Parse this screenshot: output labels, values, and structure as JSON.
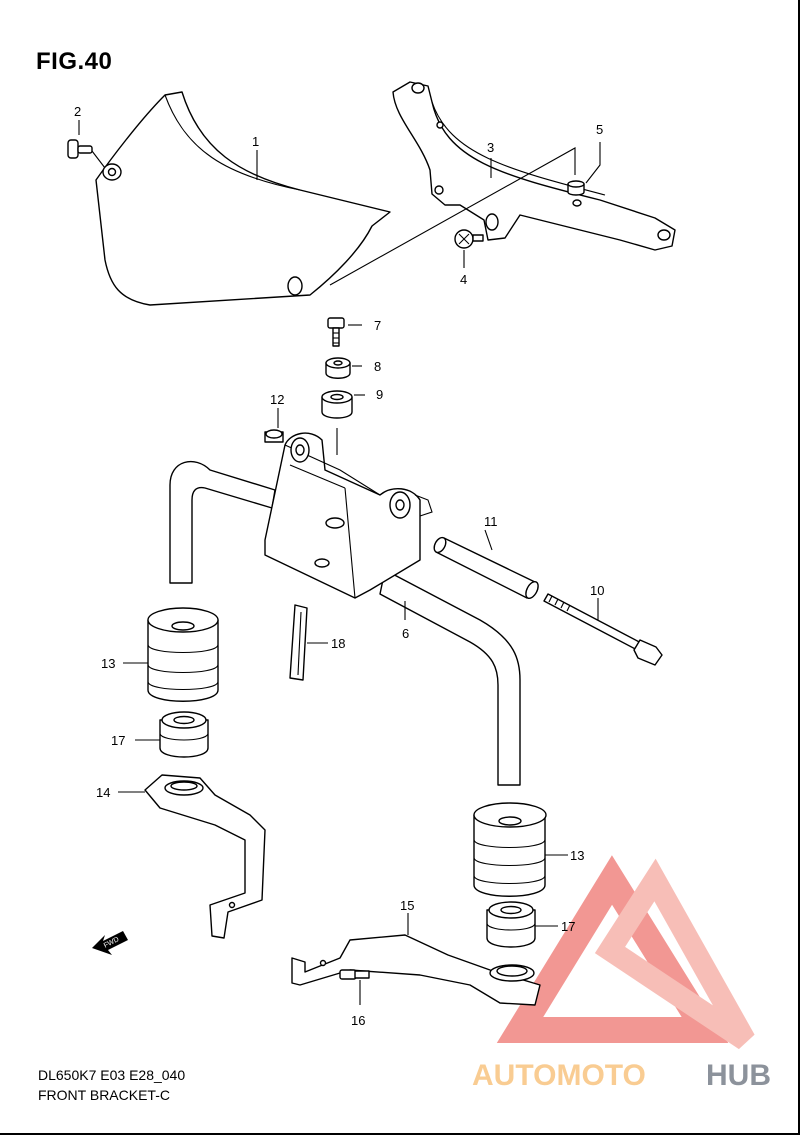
{
  "figure": {
    "title": "FIG.40",
    "model_code": "DL650K7 E03 E28_040",
    "caption": "FRONT BRACKET-C"
  },
  "callouts": [
    {
      "id": "1",
      "label": "1"
    },
    {
      "id": "2",
      "label": "2"
    },
    {
      "id": "3",
      "label": "3"
    },
    {
      "id": "4",
      "label": "4"
    },
    {
      "id": "5",
      "label": "5"
    },
    {
      "id": "6",
      "label": "6"
    },
    {
      "id": "7",
      "label": "7"
    },
    {
      "id": "8",
      "label": "8"
    },
    {
      "id": "9",
      "label": "9"
    },
    {
      "id": "10",
      "label": "10"
    },
    {
      "id": "11",
      "label": "11"
    },
    {
      "id": "12",
      "label": "12"
    },
    {
      "id": "13a",
      "label": "13"
    },
    {
      "id": "13b",
      "label": "13"
    },
    {
      "id": "14",
      "label": "14"
    },
    {
      "id": "15",
      "label": "15"
    },
    {
      "id": "16",
      "label": "16"
    },
    {
      "id": "17a",
      "label": "17"
    },
    {
      "id": "17b",
      "label": "17"
    },
    {
      "id": "18",
      "label": "18"
    }
  ],
  "fwd_arrow": {
    "label": "FWD"
  },
  "watermark": {
    "brand_part1": "AUTOMOTO",
    "brand_part2": "HUB",
    "color_primary": "#f5a43a",
    "color_secondary": "#e8433b",
    "color_dark": "#2f3a4a"
  }
}
